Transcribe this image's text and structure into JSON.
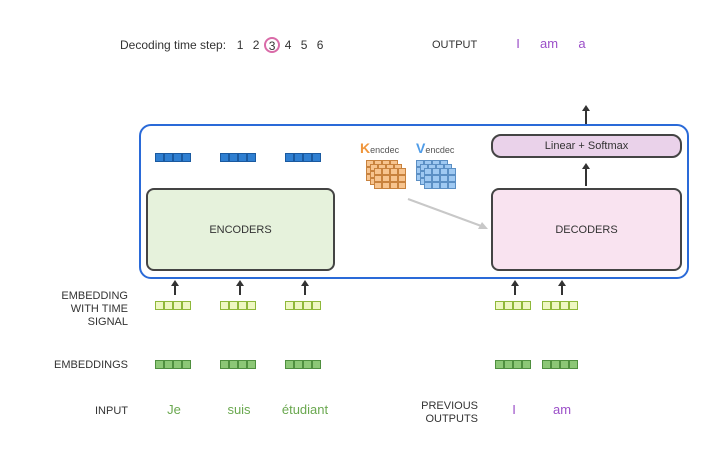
{
  "header": {
    "timestep_label": "Decoding time step:",
    "timesteps": [
      "1",
      "2",
      "3",
      "4",
      "5",
      "6"
    ],
    "active_step": "3",
    "output_label": "OUTPUT",
    "output_words": [
      "I",
      "am",
      "a"
    ]
  },
  "encoders": {
    "label": "ENCODERS"
  },
  "decoders": {
    "label": "DECODERS",
    "head_label": "Linear + Softmax"
  },
  "kv": {
    "k_main": "K",
    "k_sub": "encdec",
    "v_main": "V",
    "v_sub": "encdec"
  },
  "rows": {
    "embedding_time": "EMBEDDING\nWITH TIME\nSIGNAL",
    "embeddings": "EMBEDDINGS",
    "input": "INPUT",
    "previous_outputs": "PREVIOUS\nOUTPUTS"
  },
  "inputs": [
    "Je",
    "suis",
    "étudiant"
  ],
  "previous": [
    "I",
    "am"
  ],
  "colors": {
    "frame": "#2a6ad8",
    "encoder_fill": "#e6f2dc",
    "decoder_fill": "#f9e3f0",
    "head_fill": "#ead2ea",
    "highlight_circle": "#d96ba8",
    "k_color": "#f0963c",
    "v_color": "#4f9ce8"
  }
}
